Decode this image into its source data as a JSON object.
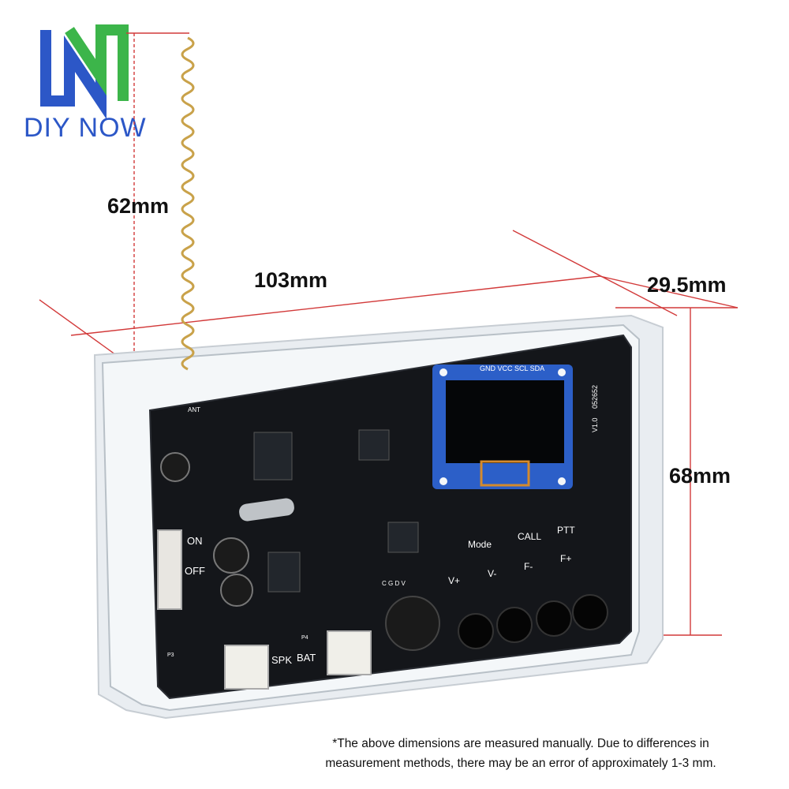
{
  "brand": {
    "name": "DIY NOW",
    "colors": {
      "blue": "#2c57c7",
      "green": "#3cb54a"
    }
  },
  "dimensions": {
    "antenna": "62mm",
    "width": "103mm",
    "depth": "29.5mm",
    "height": "68mm"
  },
  "board": {
    "switch_on": "ON",
    "switch_off": "OFF",
    "mode": "Mode",
    "call": "CALL",
    "ptt": "PTT",
    "v_plus": "V+",
    "v_minus": "V-",
    "f_minus": "F-",
    "f_plus": "F+",
    "spk": "SPK",
    "bat": "BAT",
    "version": "V1.0",
    "code": "052652",
    "oled_pins": "GND VCC SCL SDA",
    "header_pins": "C G D V",
    "ant": "ANT",
    "p3": "P3",
    "p4": "P4"
  },
  "footnote": {
    "line1": "*The above dimensions are measured manually. Due to differences in",
    "line2": "measurement methods, there may be an error of approximately 1-3 mm."
  },
  "colors": {
    "dimension_line": "#d23a3a",
    "pcb": "#14161a",
    "antenna": "#c9a24a",
    "oled_frame": "#2c5fc8"
  }
}
